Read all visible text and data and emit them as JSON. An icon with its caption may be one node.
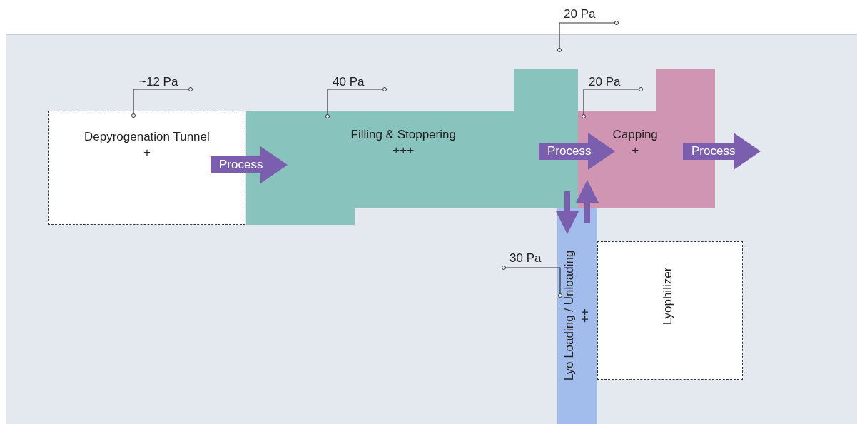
{
  "diagram": {
    "nodes": [
      {
        "text": [],
        "shape": "box"
      },
      {
        "text": [
          "Depyrogenation Tunnel",
          "+"
        ],
        "in": 0
      },
      {
        "text": [],
        "shape": "box",
        "in": 0
      },
      {
        "text": [
          "Filling & Stoppering",
          "+++"
        ],
        "in": 0
      },
      {
        "text": [
          "Capping",
          "+"
        ],
        "in": 0
      },
      {
        "text": [
          "Lyo Loading / Unloading",
          "++"
        ],
        "in": 0
      },
      {
        "text": [
          "Lyophilizer"
        ],
        "in": 0
      },
      {
        "text": [
          "~12 Pa"
        ],
        "in": 0
      },
      {
        "text": [
          "40 Pa"
        ],
        "in": 0
      },
      {
        "text": [
          "20 Pa"
        ]
      },
      {
        "text": [
          "20 Pa"
        ],
        "in": 0
      },
      {
        "text": [
          "30 Pa"
        ],
        "in": 0
      }
    ],
    "edges": [
      {
        "from": 1,
        "to": 2,
        "arrow": "to",
        "label": "Process"
      },
      {
        "from": 3,
        "to": 4,
        "arrow": "to",
        "label": "Process"
      },
      {
        "from": 4,
        "to": null,
        "arrow": "to",
        "label": "Process"
      },
      {
        "from": 3,
        "to": 5,
        "arrow": "to",
        "style": "thick",
        "color": "#7b5fae"
      },
      {
        "from": 5,
        "to": 4,
        "arrow": "to",
        "style": "thick",
        "color": "#7b5fae"
      },
      {
        "from": 7,
        "to": 1,
        "arrow": "other"
      },
      {
        "from": 8,
        "to": 2,
        "arrow": "other"
      },
      {
        "from": 9,
        "to": 0,
        "arrow": "other"
      },
      {
        "from": 10,
        "to": 4,
        "arrow": "other"
      },
      {
        "from": 11,
        "to": 5,
        "arrow": "other"
      }
    ]
  }
}
